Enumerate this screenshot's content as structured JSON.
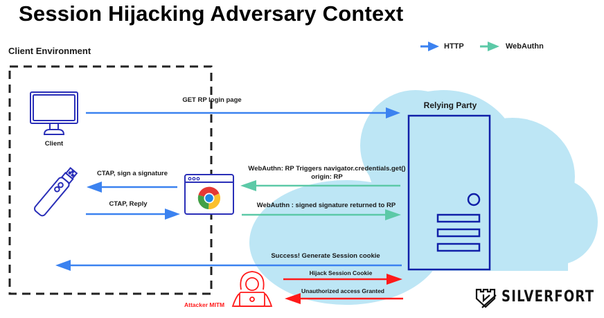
{
  "title": "Session Hijacking Adversary Context",
  "client_environment_label": "Client Environment",
  "legend": [
    {
      "label": "HTTP",
      "color": "#3b82f0"
    },
    {
      "label": "WebAuthn",
      "color": "#5cc9a7"
    }
  ],
  "nodes": {
    "client": {
      "label": "Client",
      "icon": "monitor-icon"
    },
    "security_key": {
      "label": "",
      "icon": "usb-security-key-icon"
    },
    "browser": {
      "label": "",
      "icon": "chrome-browser-icon"
    },
    "relying_party": {
      "label": "Relying Party",
      "icon": "server-icon"
    },
    "attacker": {
      "label": "Attacker MITM",
      "icon": "hooded-hacker-icon"
    }
  },
  "flows": [
    {
      "id": "get-login",
      "label": "GET RP login page",
      "from": "client",
      "to": "relying_party",
      "protocol": "HTTP"
    },
    {
      "id": "ctap-sign",
      "label": "CTAP, sign a signature",
      "from": "browser",
      "to": "security_key",
      "protocol": "HTTP"
    },
    {
      "id": "ctap-reply",
      "label": "CTAP, Reply",
      "from": "security_key",
      "to": "browser",
      "protocol": "HTTP"
    },
    {
      "id": "webauthn-trigger",
      "label": "WebAuthn: RP Triggers navigator.credentials.get()",
      "label2": "origin: RP",
      "from": "relying_party",
      "to": "browser",
      "protocol": "WebAuthn"
    },
    {
      "id": "webauthn-return",
      "label": "WebAuthn : signed signature returned to RP",
      "from": "browser",
      "to": "relying_party",
      "protocol": "WebAuthn"
    },
    {
      "id": "session-cookie",
      "label": "Success! Generate Session cookie",
      "from": "relying_party",
      "to": "client",
      "protocol": "HTTP"
    },
    {
      "id": "hijack",
      "label": "Hijack Session Cookie",
      "from": "attacker",
      "to": "relying_party",
      "protocol": "Attack"
    },
    {
      "id": "unauthorized",
      "label": "Unauthorized access Granted",
      "from": "relying_party",
      "to": "attacker",
      "protocol": "Attack"
    }
  ],
  "colors": {
    "http": "#3b82f0",
    "webauthn": "#5cc9a7",
    "attack": "#ff1a1a",
    "icon_stroke": "#2a2fb8",
    "server_stroke": "#1020a8",
    "cloud": "#bde6f5",
    "dashed_border": "#222222"
  },
  "brand": {
    "name": "SILVERFORT",
    "icon": "silverfort-shield-icon"
  }
}
